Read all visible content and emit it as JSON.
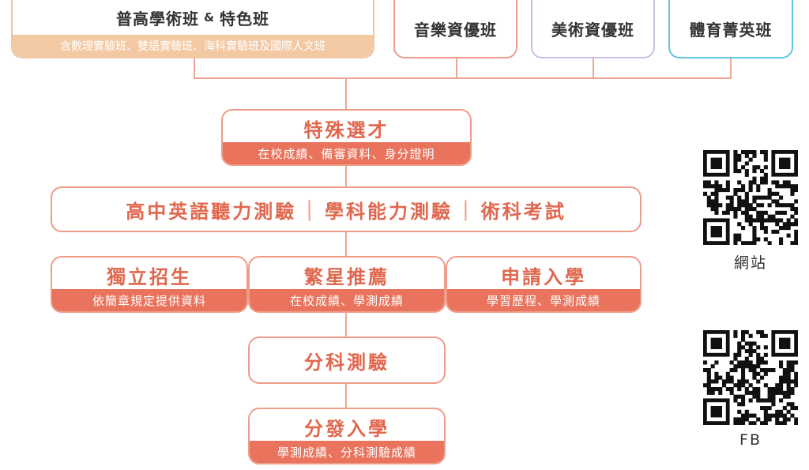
{
  "top_programs": {
    "general": {
      "title": "普高學術班",
      "amp": "&",
      "title_suffix": "特色班",
      "subtitle": "含數理實驗班、雙語實驗班、海科實驗班及國際人文班"
    },
    "music": "音樂資優班",
    "art": "美術資優班",
    "sports": "體育菁英班"
  },
  "special_selection": {
    "title": "特殊選才",
    "subtitle": "在校成績、備審資料、身分證明"
  },
  "exams": [
    "高中英語聽力測驗",
    "學科能力測驗",
    "術科考試"
  ],
  "exam_separator": "|",
  "admission_routes": [
    {
      "title": "獨立招生",
      "subtitle": "依簡章規定提供資料"
    },
    {
      "title": "繁星推薦",
      "subtitle": "在校成績、學測成績"
    },
    {
      "title": "申請入學",
      "subtitle": "學習歷程、學測成績"
    }
  ],
  "subject_exam": {
    "title": "分科測驗"
  },
  "placement": {
    "title": "分發入學",
    "subtitle": "學測成績、分科測驗成績"
  },
  "qr_codes": [
    {
      "label": "網站"
    },
    {
      "label": "FB"
    }
  ],
  "colors": {
    "accent": "#e9735c",
    "accent_text": "#e0674e",
    "connector": "#f0a594",
    "general_border": "#eec7a6",
    "general_fill": "#f3c9a4",
    "music_border": "#ef9c88",
    "art_border": "#cdbde6",
    "sports_border": "#5ec4df"
  }
}
